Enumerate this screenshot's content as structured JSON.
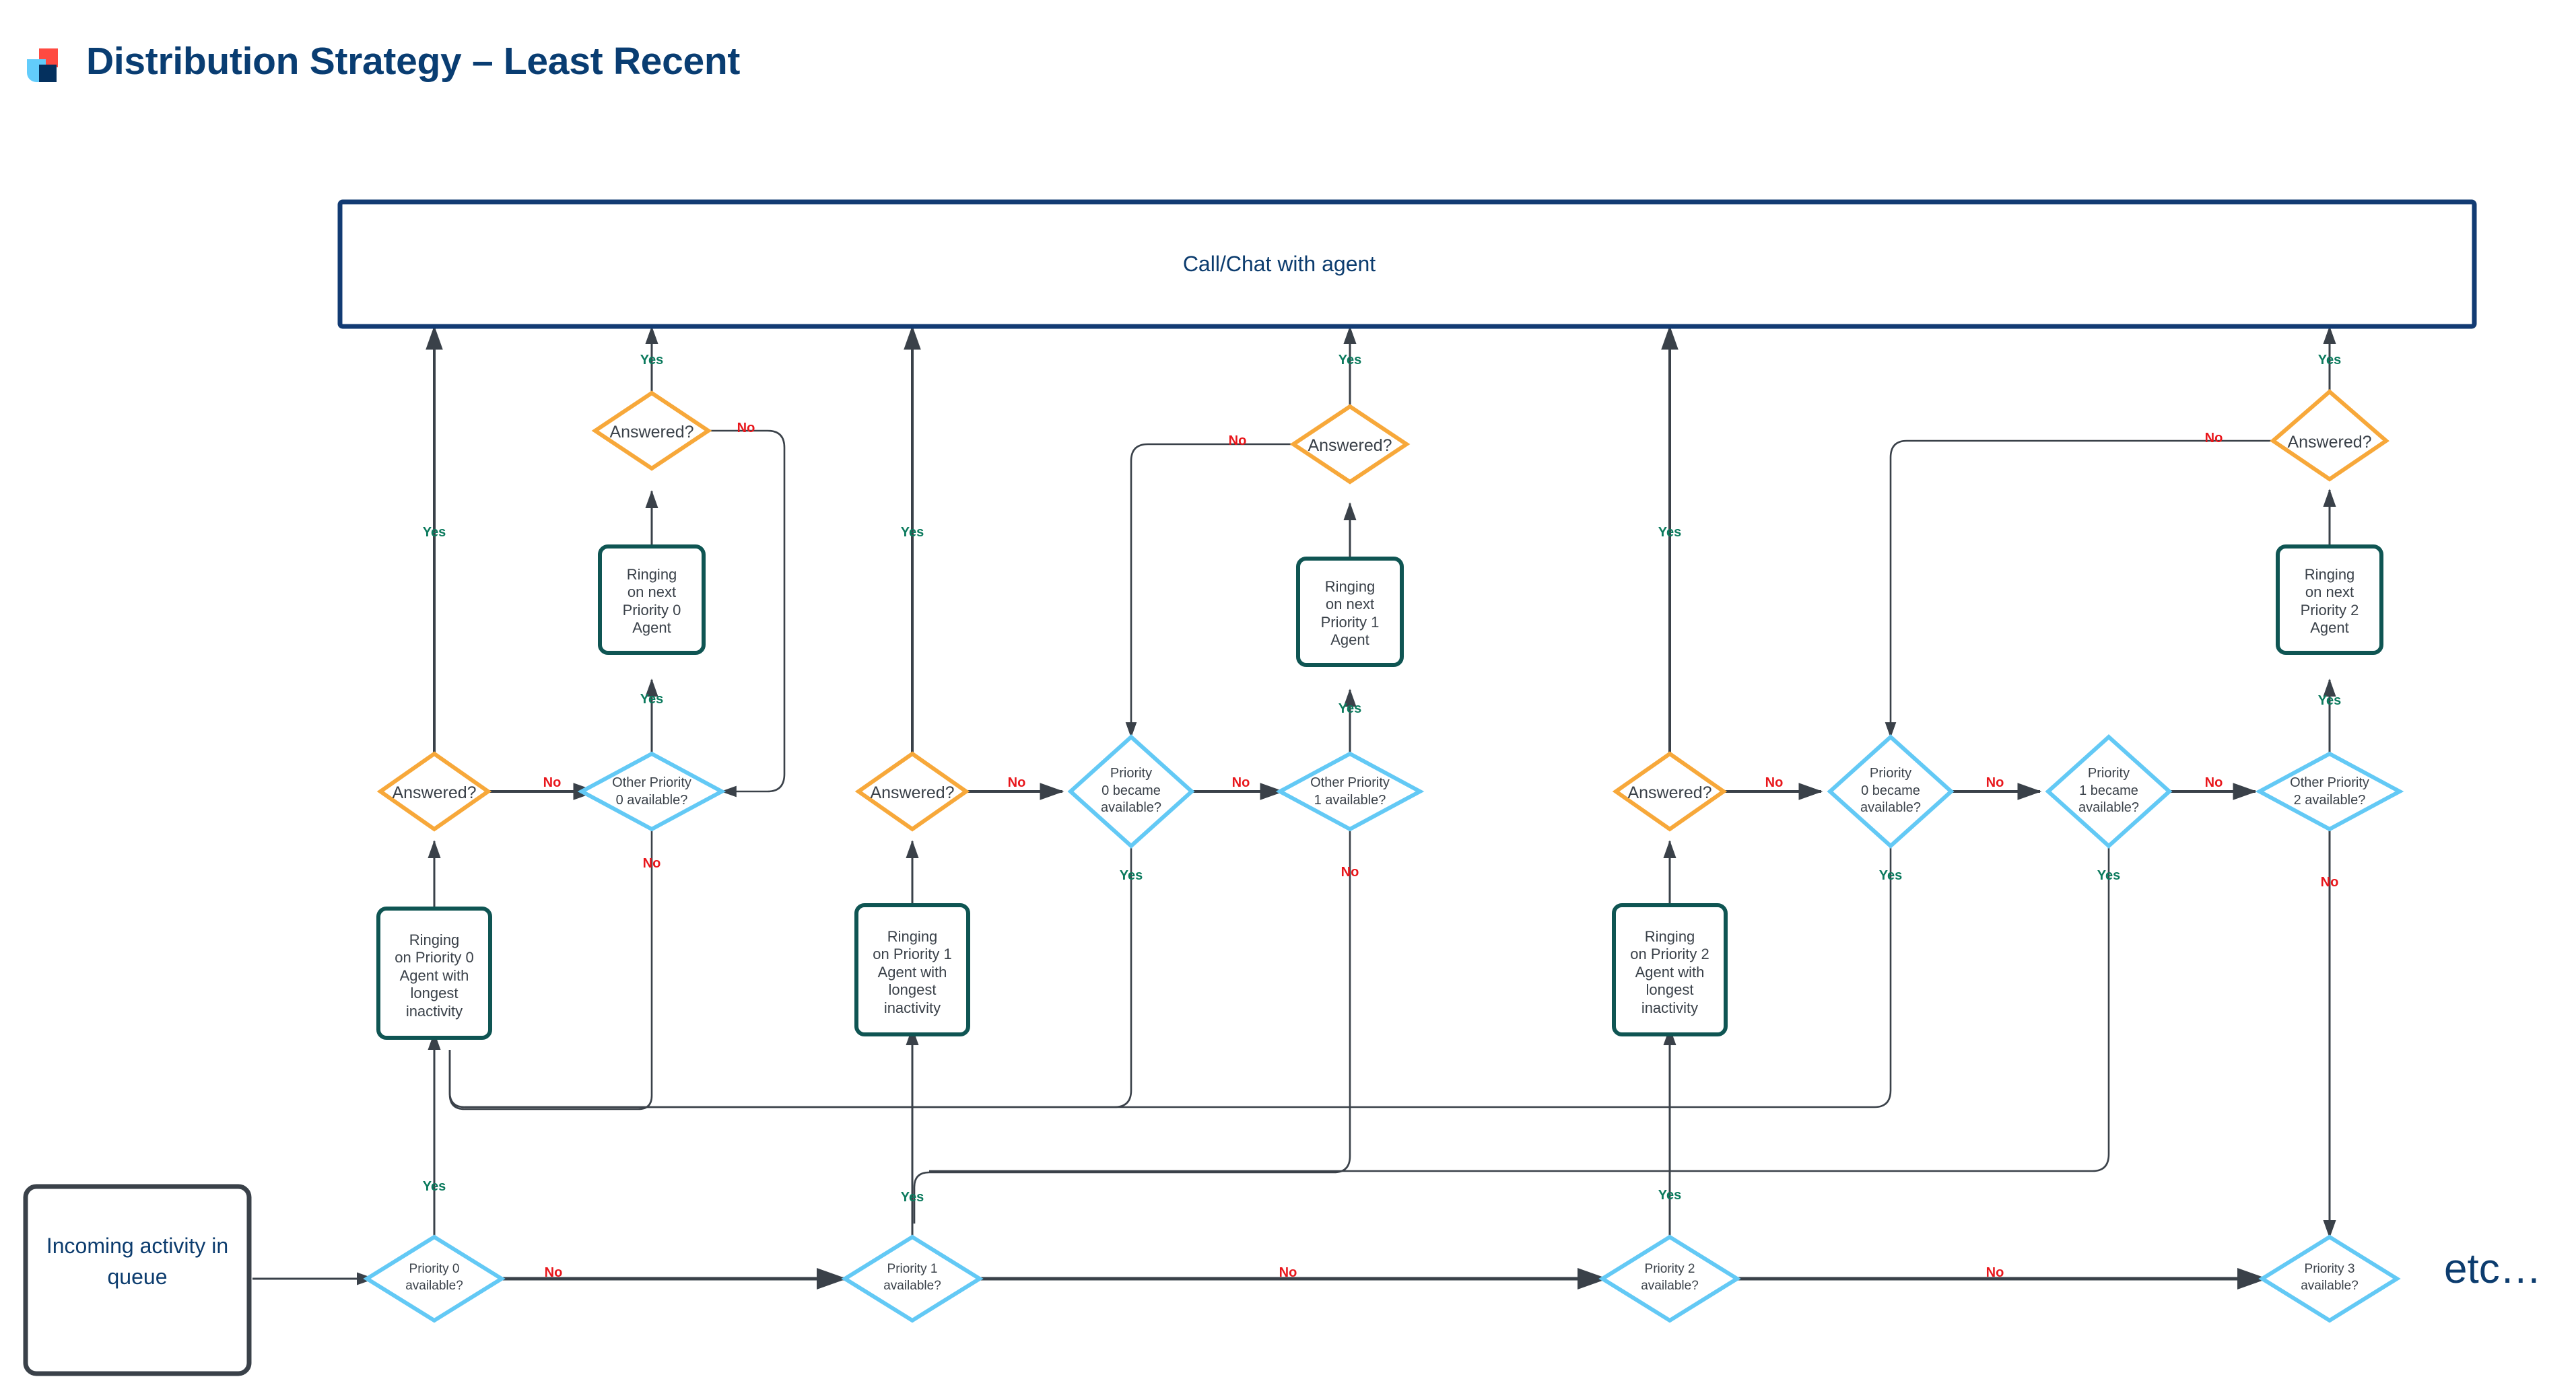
{
  "header": {
    "title": "Distribution Strategy – Least Recent",
    "logo_icon": "logo-icon",
    "title_color": "#093d72"
  },
  "palette": {
    "orange": "#f7a83a",
    "light_blue": "#63c9f5",
    "teal": "#0f5553",
    "dark_slate": "#3a4149",
    "navy": "#123b73",
    "yes_green": "#0b7a5d",
    "no_red": "#e8161b"
  },
  "edge_labels": {
    "yes": "Yes",
    "no": "No"
  },
  "nodes": {
    "call_chat": {
      "label": "Call/Chat with agent",
      "shape": "rect",
      "color": "#123b73"
    },
    "incoming": {
      "label": "Incoming\nactivity\nin queue",
      "shape": "rect",
      "color": "#3a4149"
    },
    "etc": {
      "label": "etc…"
    },
    "p0_available": {
      "label": "Priority 0\navailable?",
      "shape": "diamond",
      "color": "#63c9f5"
    },
    "p1_available": {
      "label": "Priority 1\navailable?",
      "shape": "diamond",
      "color": "#63c9f5"
    },
    "p2_available": {
      "label": "Priority 2\navailable?",
      "shape": "diamond",
      "color": "#63c9f5"
    },
    "p3_available": {
      "label": "Priority 3\navailable?",
      "shape": "diamond",
      "color": "#63c9f5"
    },
    "ring_p0_longest": {
      "label": "Ringing\non Priority 0\nAgent with\nlongest\ninactivity",
      "shape": "rect",
      "color": "#0f5553"
    },
    "ring_p1_longest": {
      "label": "Ringing\non Priority 1\nAgent with\nlongest\ninactivity",
      "shape": "rect",
      "color": "#0f5553"
    },
    "ring_p2_longest": {
      "label": "Ringing\non Priority 2\nAgent with\nlongest\ninactivity",
      "shape": "rect",
      "color": "#0f5553"
    },
    "answered_0a": {
      "label": "Answered?",
      "shape": "diamond",
      "color": "#f7a83a"
    },
    "answered_0b": {
      "label": "Answered?",
      "shape": "diamond",
      "color": "#f7a83a"
    },
    "answered_1a": {
      "label": "Answered?",
      "shape": "diamond",
      "color": "#f7a83a"
    },
    "answered_1b": {
      "label": "Answered?",
      "shape": "diamond",
      "color": "#f7a83a"
    },
    "answered_2a": {
      "label": "Answered?",
      "shape": "diamond",
      "color": "#f7a83a"
    },
    "answered_2b": {
      "label": "Answered?",
      "shape": "diamond",
      "color": "#f7a83a"
    },
    "other_p0": {
      "label": "Other Priority\n0 available?",
      "shape": "diamond",
      "color": "#63c9f5"
    },
    "other_p1": {
      "label": "Other Priority\n1 available?",
      "shape": "diamond",
      "color": "#63c9f5"
    },
    "other_p2": {
      "label": "Other Priority\n2 available?",
      "shape": "diamond",
      "color": "#63c9f5"
    },
    "p0_became": {
      "label": "Priority\n0 became\navailable?",
      "shape": "diamond",
      "color": "#63c9f5"
    },
    "p0_became_b": {
      "label": "Priority\n0 became\navailable?",
      "shape": "diamond",
      "color": "#63c9f5"
    },
    "p1_became": {
      "label": "Priority\n1 became\navailable?",
      "shape": "diamond",
      "color": "#63c9f5"
    },
    "ring_next_p0": {
      "label": "Ringing\non next\nPriority 0\nAgent",
      "shape": "rect",
      "color": "#0f5553"
    },
    "ring_next_p1": {
      "label": "Ringing\non next\nPriority 1\nAgent",
      "shape": "rect",
      "color": "#0f5553"
    },
    "ring_next_p2": {
      "label": "Ringing\non next\nPriority 2\nAgent",
      "shape": "rect",
      "color": "#0f5553"
    }
  },
  "edges": [
    {
      "from": "incoming",
      "to": "p0_available",
      "label": ""
    },
    {
      "from": "p0_available",
      "to": "ring_p0_longest",
      "label": "Yes"
    },
    {
      "from": "p0_available",
      "to": "p1_available",
      "label": "No"
    },
    {
      "from": "ring_p0_longest",
      "to": "answered_0a",
      "label": ""
    },
    {
      "from": "answered_0a",
      "to": "call_chat",
      "label": "Yes"
    },
    {
      "from": "answered_0a",
      "to": "other_p0",
      "label": "No"
    },
    {
      "from": "other_p0",
      "to": "ring_next_p0",
      "label": "Yes"
    },
    {
      "from": "other_p0",
      "to": "p1_available",
      "label": "No"
    },
    {
      "from": "ring_next_p0",
      "to": "answered_0b",
      "label": ""
    },
    {
      "from": "answered_0b",
      "to": "call_chat",
      "label": "Yes"
    },
    {
      "from": "answered_0b",
      "to": "other_p0",
      "label": "No"
    },
    {
      "from": "p1_available",
      "to": "ring_p1_longest",
      "label": "Yes"
    },
    {
      "from": "p1_available",
      "to": "p2_available",
      "label": "No"
    },
    {
      "from": "ring_p1_longest",
      "to": "answered_1a",
      "label": ""
    },
    {
      "from": "answered_1a",
      "to": "call_chat",
      "label": "Yes"
    },
    {
      "from": "answered_1a",
      "to": "p0_became",
      "label": "No"
    },
    {
      "from": "p0_became",
      "to": "ring_p0_longest",
      "label": "Yes"
    },
    {
      "from": "p0_became",
      "to": "other_p1",
      "label": "No"
    },
    {
      "from": "other_p1",
      "to": "ring_next_p1",
      "label": "Yes"
    },
    {
      "from": "other_p1",
      "to": "p2_available",
      "label": "No"
    },
    {
      "from": "ring_next_p1",
      "to": "answered_1b",
      "label": ""
    },
    {
      "from": "answered_1b",
      "to": "call_chat",
      "label": "Yes"
    },
    {
      "from": "answered_1b",
      "to": "p0_became",
      "label": "No"
    },
    {
      "from": "p2_available",
      "to": "ring_p2_longest",
      "label": "Yes"
    },
    {
      "from": "p2_available",
      "to": "p3_available",
      "label": "No"
    },
    {
      "from": "ring_p2_longest",
      "to": "answered_2a",
      "label": ""
    },
    {
      "from": "answered_2a",
      "to": "call_chat",
      "label": "Yes"
    },
    {
      "from": "answered_2a",
      "to": "p0_became_b",
      "label": "No"
    },
    {
      "from": "p0_became_b",
      "to": "ring_p0_longest",
      "label": "Yes"
    },
    {
      "from": "p0_became_b",
      "to": "p1_became",
      "label": "No"
    },
    {
      "from": "p1_became",
      "to": "ring_p1_longest",
      "label": "Yes"
    },
    {
      "from": "p1_became",
      "to": "other_p2",
      "label": "No"
    },
    {
      "from": "other_p2",
      "to": "ring_next_p2",
      "label": "Yes"
    },
    {
      "from": "other_p2",
      "to": "p3_available",
      "label": "No"
    },
    {
      "from": "ring_next_p2",
      "to": "answered_2b",
      "label": ""
    },
    {
      "from": "answered_2b",
      "to": "call_chat",
      "label": "Yes"
    },
    {
      "from": "answered_2b",
      "to": "p0_became_b",
      "label": "No"
    }
  ]
}
